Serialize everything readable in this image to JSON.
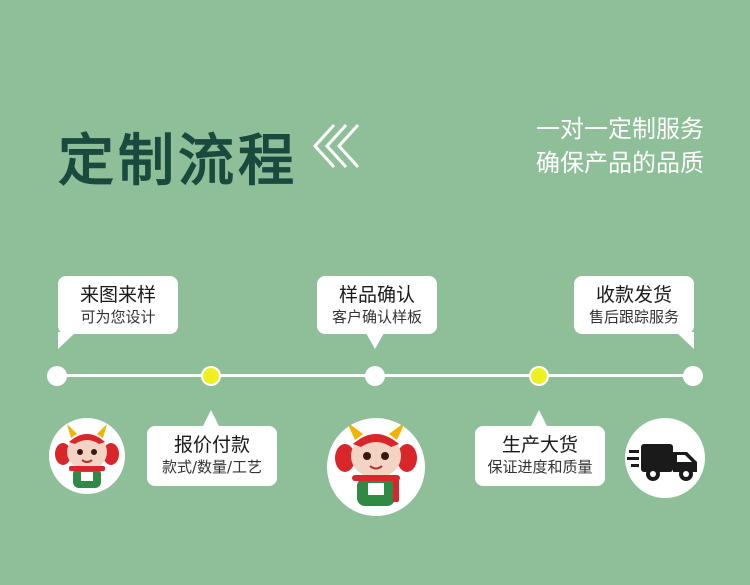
{
  "header": {
    "title": "定制流程",
    "slogan_line1": "一对一定制服务",
    "slogan_line2": "确保产品的品质"
  },
  "steps": [
    {
      "title": "来图来样",
      "sub": "可为您设计"
    },
    {
      "title": "报价付款",
      "sub": "款式/数量/工艺"
    },
    {
      "title": "样品确认",
      "sub": "客户确认样板"
    },
    {
      "title": "生产大货",
      "sub": "保证进度和质量"
    },
    {
      "title": "收款发货",
      "sub": "售后跟踪服务"
    }
  ],
  "colors": {
    "background": "#8fbf99",
    "title": "#1a4a3e",
    "accent_dot": "#eef020",
    "mascot_red": "#d9262a",
    "mascot_green": "#2f8a45"
  },
  "icons": [
    "chevrons-left-icon",
    "mascot-small-image",
    "mascot-large-image",
    "delivery-truck-icon"
  ]
}
